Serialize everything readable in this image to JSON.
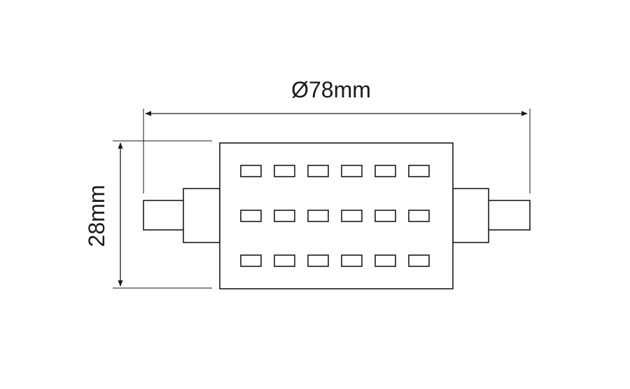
{
  "dimensions": {
    "length_label": "Ø78mm",
    "height_label": "28mm"
  },
  "led_grid": {
    "rows": 3,
    "columns": 6
  },
  "colors": {
    "line": "#1a1a1a",
    "background": "#ffffff"
  }
}
